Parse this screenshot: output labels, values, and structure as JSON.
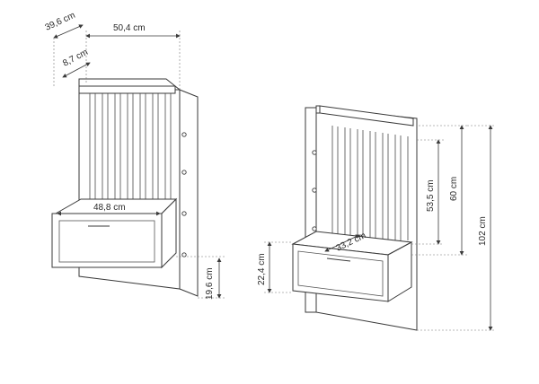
{
  "dimensions": {
    "depth_total": "39,6 cm",
    "width_top": "50,4 cm",
    "shelf_depth": "8,7 cm",
    "drawer_width": "48,8 cm",
    "drawer_gap": "19,6 cm",
    "drawer_height": "22,4 cm",
    "drawer_depth": "33,2 cm",
    "slat_height": "53,5 cm",
    "upper_height": "60 cm",
    "total_height": "102 cm"
  }
}
